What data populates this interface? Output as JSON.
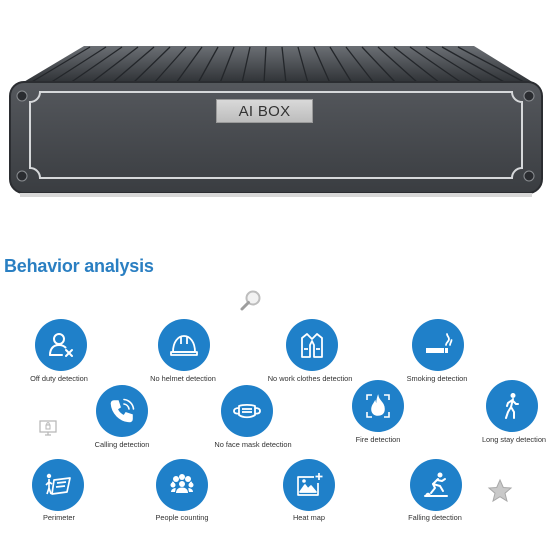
{
  "device": {
    "badge_text": "AI BOX"
  },
  "section": {
    "title": "Behavior analysis"
  },
  "decorations": [
    "magnifier-icon",
    "monitor-lock-icon",
    "star-icon"
  ],
  "features": [
    {
      "label": "Off duty detection",
      "icon": "person-x-icon"
    },
    {
      "label": "No helmet detection",
      "icon": "helmet-icon"
    },
    {
      "label": "No work clothes detection",
      "icon": "vest-icon"
    },
    {
      "label": "Smoking detection",
      "icon": "cigarette-icon"
    },
    {
      "label": "Calling detection",
      "icon": "phone-icon"
    },
    {
      "label": "No face mask detection",
      "icon": "face-mask-icon"
    },
    {
      "label": "Fire detection",
      "icon": "fire-icon"
    },
    {
      "label": "Long stay detection",
      "icon": "walking-person-icon"
    },
    {
      "label": "Perimeter",
      "icon": "perimeter-icon"
    },
    {
      "label": "People counting",
      "icon": "crowd-icon"
    },
    {
      "label": "Heat map",
      "icon": "heat-map-icon"
    },
    {
      "label": "Falling detection",
      "icon": "falling-person-icon"
    }
  ],
  "colors": {
    "accent": "#1f80c9",
    "title": "#2a7fc2",
    "device_body": "#4a4d52"
  }
}
